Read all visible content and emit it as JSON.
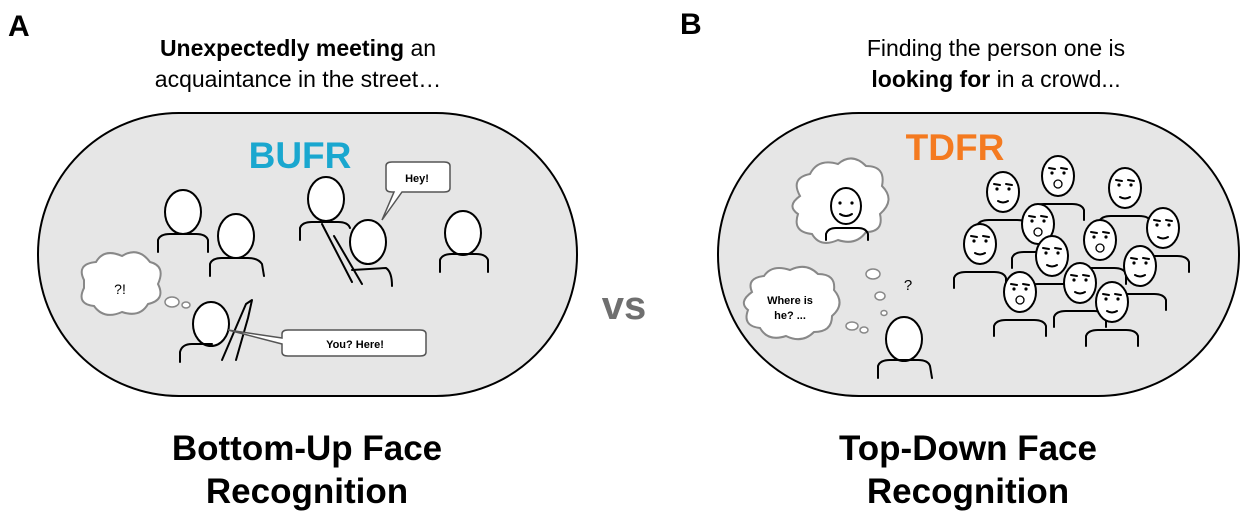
{
  "panel_a": {
    "letter": "A",
    "caption_bold": "Unexpectedly meeting",
    "caption_rest_line1": " an",
    "caption_line2": "acquaintance in the street…",
    "label": "BUFR",
    "label_color": "#1aa7cf",
    "speech_1": "Hey!",
    "speech_2": "You? Here!",
    "thought": "?!",
    "title_line1": "Bottom-Up Face",
    "title_line2": "Recognition"
  },
  "panel_b": {
    "letter": "B",
    "caption_line1": "Finding the person one is",
    "caption_bold": "looking for",
    "caption_rest_line2": " in a crowd...",
    "label": "TDFR",
    "label_color": "#f47a20",
    "thought_line1": "Where is",
    "thought_line2": "he? ...",
    "question": "?",
    "title_line1": "Top-Down Face",
    "title_line2": "Recognition"
  },
  "vs_label": "vs",
  "colors": {
    "panel_fill": "#e6e6e6",
    "panel_border": "#000000",
    "vs": "#6f6f6f"
  }
}
